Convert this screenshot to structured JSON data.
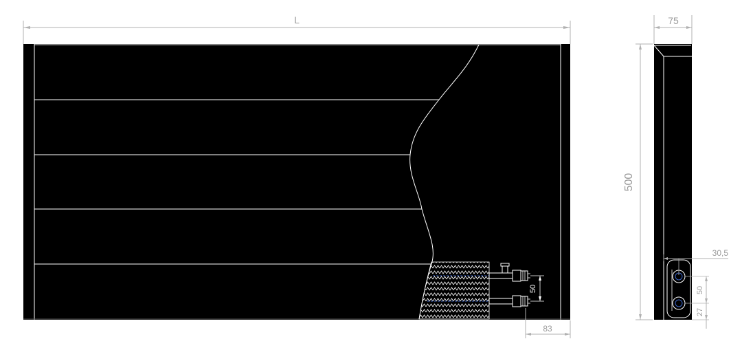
{
  "drawing": {
    "colors": {
      "background": "#ffffff",
      "body": "#000000",
      "panel_line": "#ffffff",
      "dimension_line": "#b0b0b0",
      "dimension_text": "#9a9a9a",
      "pipe_blue": "#3a64c8"
    },
    "dimensions": {
      "length_label": "L",
      "depth_label": "75",
      "height_label": "500",
      "side_connection_offset_label": "30,5",
      "pipe_spacing_front_label": "50",
      "pipe_spacing_side_label": "50",
      "bottom_offset_label": "27",
      "connection_from_end_label": "83"
    }
  }
}
